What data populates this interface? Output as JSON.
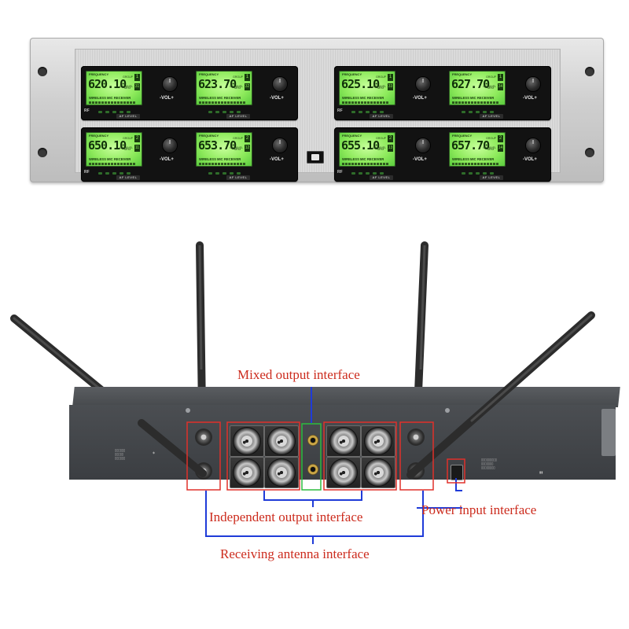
{
  "front_panel": {
    "channels": [
      {
        "frequency": "620.10",
        "group": "1",
        "channel": "31"
      },
      {
        "frequency": "623.70",
        "group": "1",
        "channel": "32"
      },
      {
        "frequency": "625.10",
        "group": "1",
        "channel": "33"
      },
      {
        "frequency": "627.70",
        "group": "1",
        "channel": "34"
      },
      {
        "frequency": "650.10",
        "group": "2",
        "channel": "11"
      },
      {
        "frequency": "653.70",
        "group": "2",
        "channel": "12"
      },
      {
        "frequency": "655.10",
        "group": "2",
        "channel": "13"
      },
      {
        "frequency": "657.70",
        "group": "2",
        "channel": "14"
      }
    ],
    "lcd_top_label": "FREQUENCY",
    "lcd_unit": "MHz",
    "lcd_group_label": "GROUP",
    "lcd_channel_label": "CHANNEL",
    "lcd_bottom_label": "WIRELESS MIC RECEIVER",
    "vol_label": "-VOL+",
    "rf_label": "RF",
    "af_level_label": "AF LEVEL"
  },
  "annotations": {
    "mixed_output": "Mixed output interface",
    "independent_output": "Independent output interface",
    "power_input": "Power input interface",
    "receiving_antenna": "Receiving antenna interface"
  },
  "colors": {
    "annotation_text": "#cc2b1d",
    "box_red": "#e0302a",
    "box_green": "#2dbb3e",
    "leader_blue": "#1f3bd8",
    "lcd_green": "#8eea5c"
  }
}
